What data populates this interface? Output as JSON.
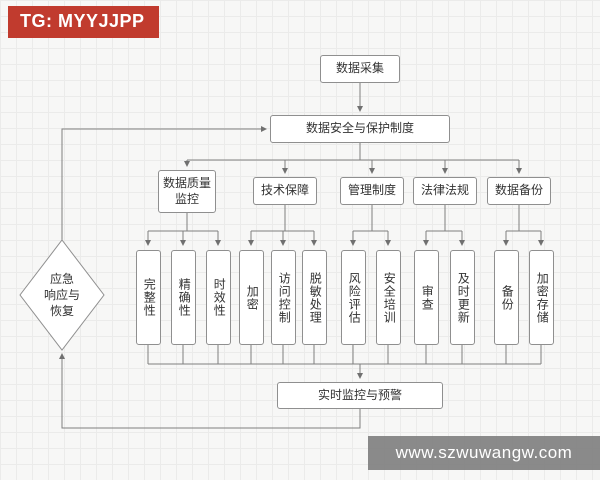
{
  "watermarks": {
    "top_left": "TG: MYYJJPP",
    "bottom_right": "www.szwuwangw.com",
    "banner_red": "#c13b2e",
    "banner_gray": "#808080"
  },
  "flowchart": {
    "root": "数据采集",
    "system": "数据安全与保护制度",
    "monitor": "实时监控与预警",
    "emergency": "应急\n响应与\n恢复",
    "categories": [
      {
        "label": "数据质量监控",
        "children": [
          "完整性",
          "精确性",
          "时效性"
        ]
      },
      {
        "label": "技术保障",
        "children": [
          "加密",
          "访问控制",
          "脱敏处理"
        ]
      },
      {
        "label": "管理制度",
        "children": [
          "风险评估",
          "安全培训"
        ]
      },
      {
        "label": "法律法规",
        "children": [
          "审查",
          "及时更新"
        ]
      },
      {
        "label": "数据备份",
        "children": [
          "备份",
          "加密存储"
        ]
      }
    ],
    "line_color": "#7f7f7f",
    "node_border_color": "#8f8f8f"
  }
}
